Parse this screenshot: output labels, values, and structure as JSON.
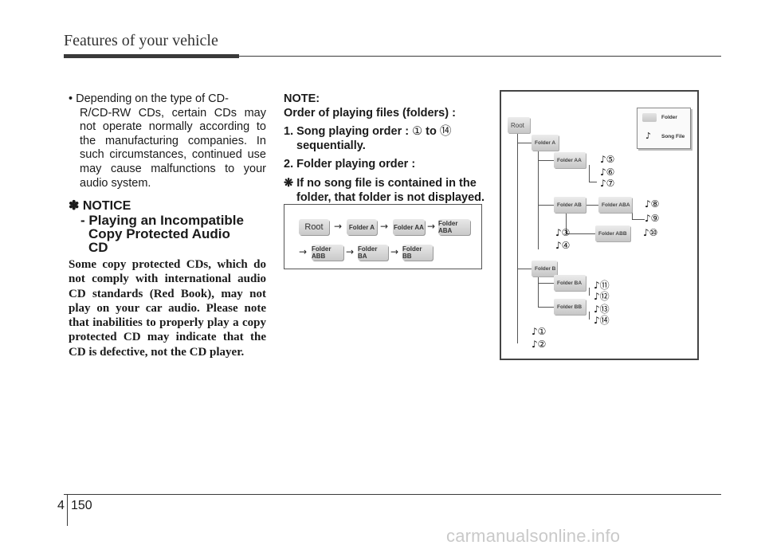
{
  "header": {
    "title": "Features of your vehicle"
  },
  "left_column": {
    "bullet": "•",
    "bullet_line1": "Depending on the type of CD-",
    "bullet_rest": "R/CD-RW CDs, certain CDs may not operate normally according to the manufacturing companies. In such circumstances, continued use may cause malfunctions to your audio system.",
    "notice_mark": "✽",
    "notice_title": "NOTICE",
    "notice_sub_line1": "- Playing an Incompatible",
    "notice_sub_line2": "Copy Protected Audio",
    "notice_sub_line3": "CD",
    "notice_body": "Some copy protected CDs, which do not comply with international audio CD standards (Red Book), may not play on your car audio. Please note that inabilities to properly play a copy protected CD may indicate that the CD is defective, not the CD player."
  },
  "note": {
    "title": "NOTE:",
    "line_order": "Order of playing files (folders) :",
    "item1_a": "1. Song playing order :",
    "item1_from": "①",
    "item1_to_word": "to",
    "item1_to": "⑭",
    "item1_b": "sequentially.",
    "item2": "2. Folder playing order :",
    "item3_mark": "❋",
    "item3_a": "If no song file is contained in the",
    "item3_b": "folder, that folder is not displayed."
  },
  "order_diagram": {
    "arrow": "→",
    "row1": [
      "Root",
      "Folder A",
      "Folder AA",
      "Folder ABA"
    ],
    "row2": [
      "Folder ABB",
      "Folder BA",
      "Folder BB"
    ]
  },
  "tree_diagram": {
    "legend_folder": "Folder",
    "legend_song": "Song File",
    "legend_song_icon": "♪",
    "folders": {
      "root": "Root",
      "a": "Folder A",
      "aa": "Folder AA",
      "ab": "Folder AB",
      "aba": "Folder ABA",
      "abb": "Folder ABB",
      "b": "Folder B",
      "ba": "Folder BA",
      "bb": "Folder BB"
    },
    "songs": {
      "s1": "♪①",
      "s2": "♪②",
      "s3": "♪③",
      "s4": "♪④",
      "s5": "♪⑤",
      "s6": "♪⑥",
      "s7": "♪⑦",
      "s8": "♪⑧",
      "s9": "♪⑨",
      "s10": "♪⑩",
      "s11": "♪⑪",
      "s12": "♪⑫",
      "s13": "♪⑬",
      "s14": "♪⑭"
    }
  },
  "footer": {
    "section": "4",
    "page": "150",
    "watermark": "carmanualsonline.info"
  }
}
